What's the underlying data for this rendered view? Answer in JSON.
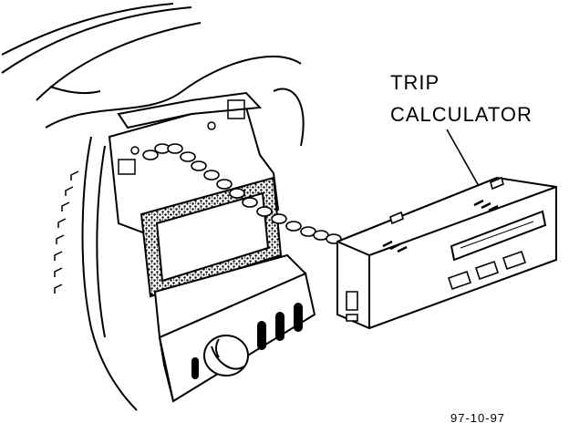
{
  "diagram": {
    "callout": {
      "line1": "TRIP",
      "line2": "CALCULATOR"
    },
    "figure_code": "97-10-97"
  },
  "colors": {
    "ink": "#000000",
    "paper": "#ffffff"
  },
  "icons": [
    "knob-icon",
    "wiring-harness-icon"
  ]
}
